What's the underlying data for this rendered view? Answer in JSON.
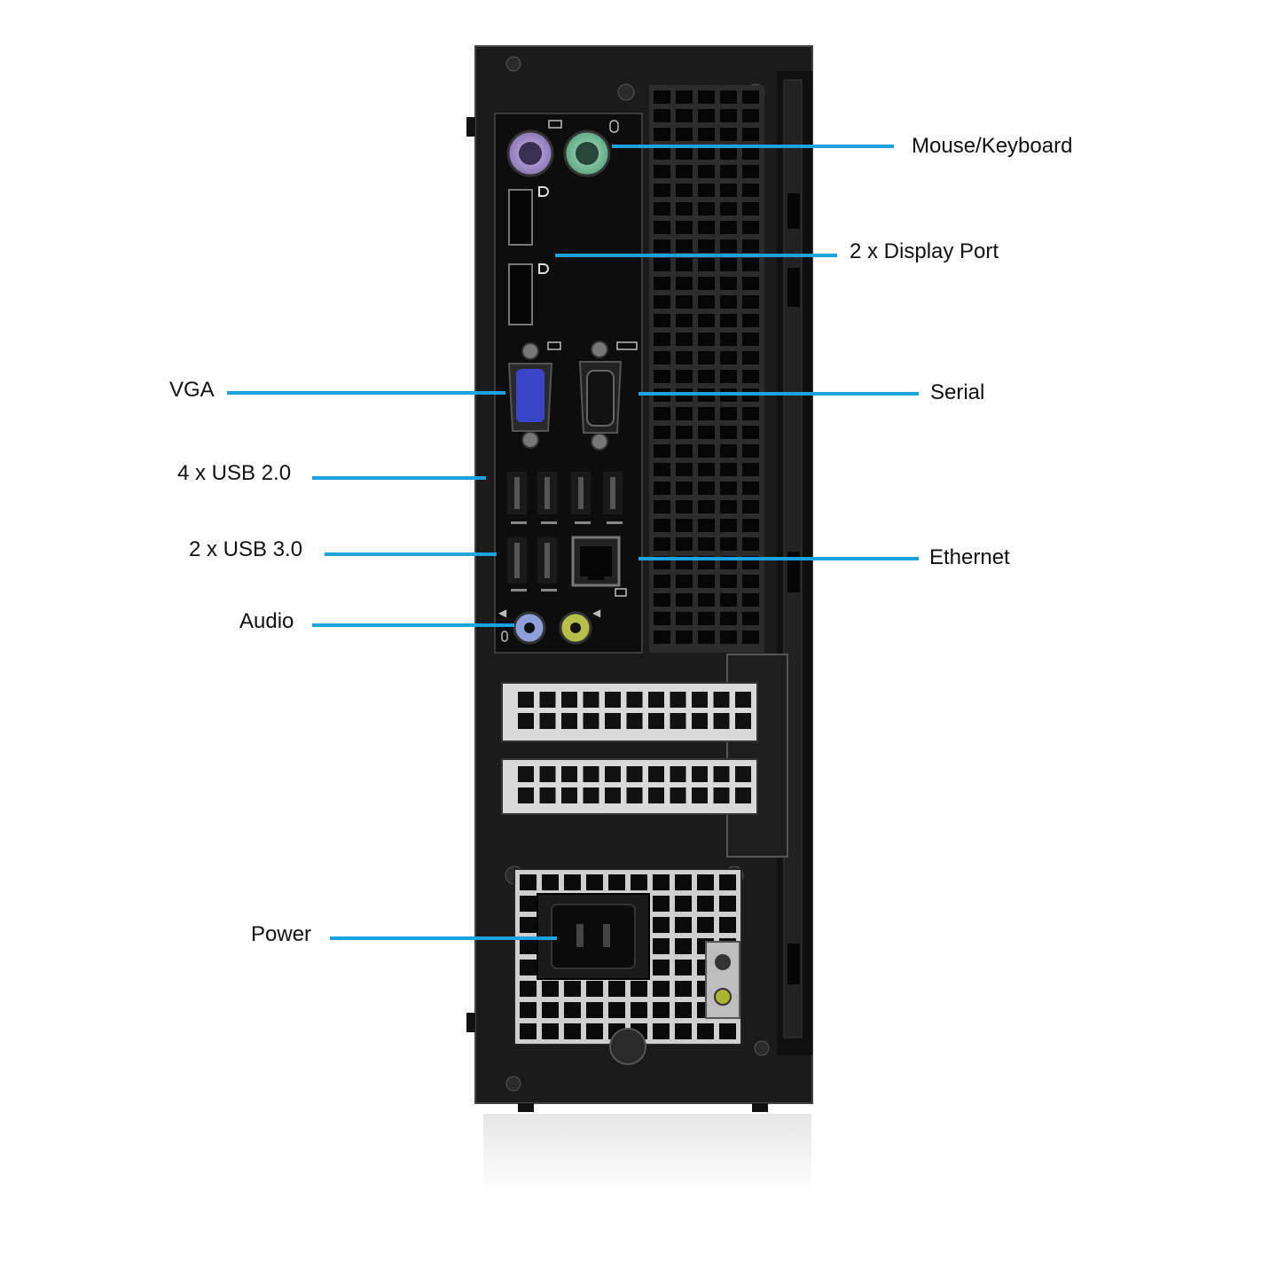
{
  "accent_color": "#1aa3dc",
  "callouts": {
    "mouse_keyboard": "Mouse/Keyboard",
    "display_port": "2 x Display Port",
    "vga": "VGA",
    "serial": "Serial",
    "usb2": "4 x USB 2.0",
    "usb3": "2 x USB 3.0",
    "ethernet": "Ethernet",
    "audio": "Audio",
    "power": "Power"
  },
  "icons": [
    "keyboard-icon",
    "mouse-icon",
    "displayport-icon",
    "vga-icon",
    "serial-icon",
    "usb-icon",
    "ss-usb-icon",
    "network-icon",
    "headphone-icon",
    "microphone-icon"
  ]
}
